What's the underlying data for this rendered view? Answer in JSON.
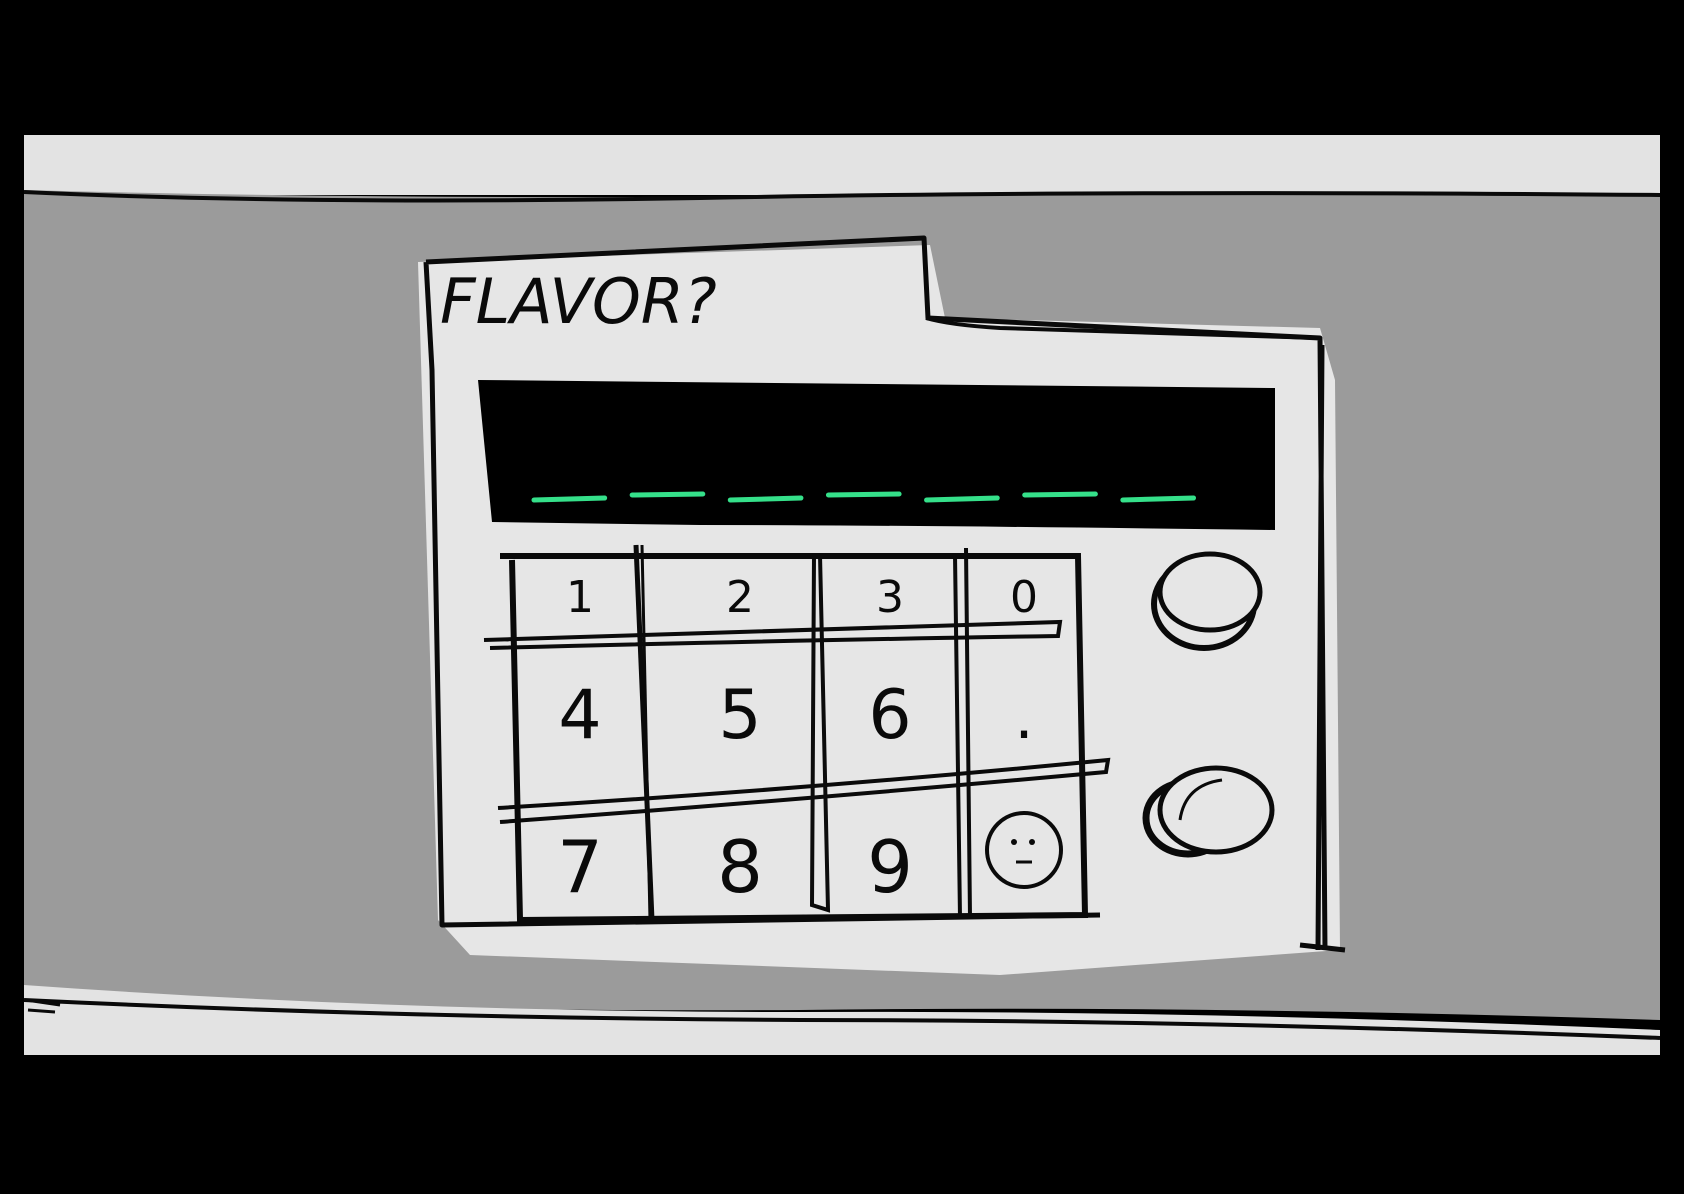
{
  "panel": {
    "title": "FLAVOR?",
    "display": {
      "slot_count": 7,
      "slot_color": "#35e08a"
    },
    "keypad": {
      "rows": [
        [
          "1",
          "2",
          "3",
          "0"
        ],
        [
          "4",
          "5",
          "6",
          "."
        ],
        [
          "7",
          "8",
          "9",
          ""
        ]
      ],
      "special_key_icon": "neutral-face-icon"
    },
    "knobs": [
      {
        "name": "top-knob"
      },
      {
        "name": "bottom-knob"
      }
    ]
  },
  "colors": {
    "letterbox": "#000000",
    "wall": "#9b9b9b",
    "trim": "#e3e3e3",
    "panel": "#e6e6e6",
    "screen": "#000000",
    "ink": "#0a0a0a"
  }
}
